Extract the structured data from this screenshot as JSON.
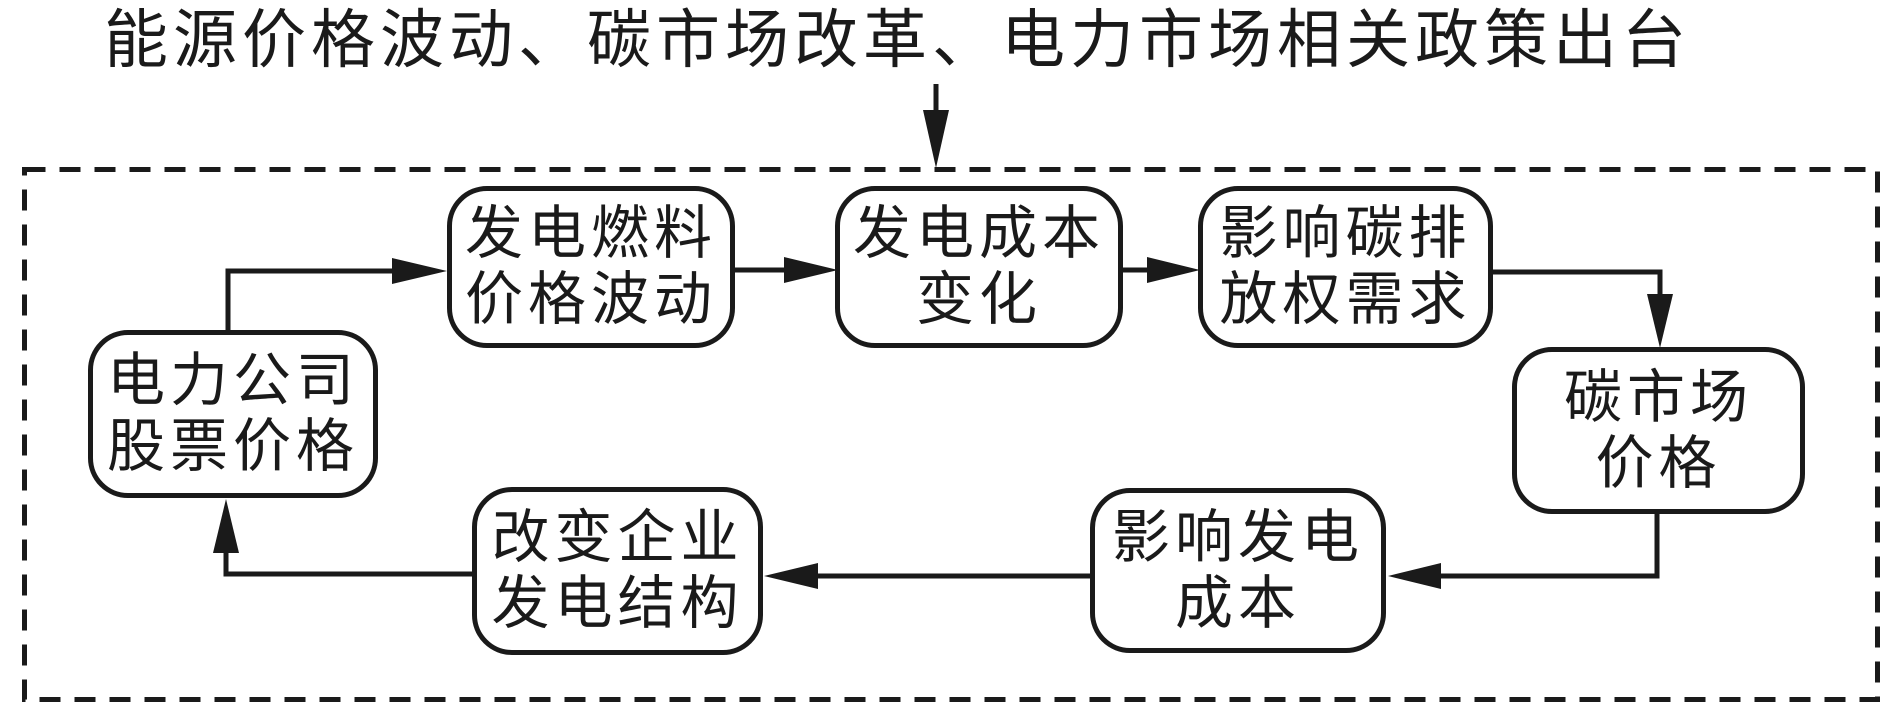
{
  "title": {
    "text": "能源价格波动、碳市场改革、电力市场相关政策出台"
  },
  "diagram": {
    "type": "flowchart-cycle",
    "boundary": "dashed system boundary box",
    "colors": {
      "stroke": "#1a1a1a",
      "node_fill": "#ffffff",
      "background": "#ffffff"
    },
    "nodes": [
      {
        "id": "power-company-stock-price",
        "label": "电力公司股票价格",
        "line1": "电力公司",
        "line2": "股票价格"
      },
      {
        "id": "generation-fuel-price-fluctuation",
        "label": "发电燃料价格波动",
        "line1": "发电燃料",
        "line2": "价格波动"
      },
      {
        "id": "generation-cost-change",
        "label": "发电成本变化",
        "line1": "发电成本",
        "line2": "变化"
      },
      {
        "id": "carbon-allowance-demand",
        "label": "影响碳排放权需求",
        "line1": "影响碳排",
        "line2": "放权需求"
      },
      {
        "id": "carbon-market-price",
        "label": "碳市场价格",
        "line1": "碳市场",
        "line2": "价格"
      },
      {
        "id": "affect-generation-cost",
        "label": "影响发电成本",
        "line1": "影响发电",
        "line2": "成本"
      },
      {
        "id": "change-generation-structure",
        "label": "改变企业发电结构",
        "line1": "改变企业",
        "line2": "发电结构"
      }
    ],
    "edges": [
      {
        "from": "policy-events-title",
        "to": "system-boundary"
      },
      {
        "from": "power-company-stock-price",
        "to": "generation-fuel-price-fluctuation"
      },
      {
        "from": "generation-fuel-price-fluctuation",
        "to": "generation-cost-change"
      },
      {
        "from": "generation-cost-change",
        "to": "carbon-allowance-demand"
      },
      {
        "from": "carbon-allowance-demand",
        "to": "carbon-market-price"
      },
      {
        "from": "carbon-market-price",
        "to": "affect-generation-cost"
      },
      {
        "from": "affect-generation-cost",
        "to": "change-generation-structure"
      },
      {
        "from": "change-generation-structure",
        "to": "power-company-stock-price"
      }
    ]
  }
}
